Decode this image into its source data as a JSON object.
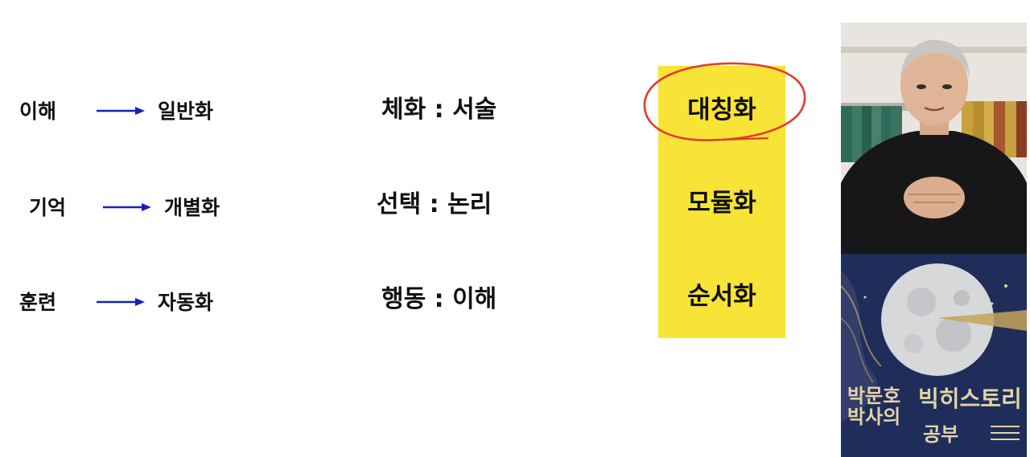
{
  "left_rows": [
    {
      "from": "이해",
      "to": "일반화"
    },
    {
      "from": "기억",
      "to": "개별화"
    },
    {
      "from": "훈련",
      "to": "자동화"
    }
  ],
  "middle_rows": [
    {
      "text": "체화 : 서술"
    },
    {
      "text": "선택 : 논리"
    },
    {
      "text": "행동 : 이해"
    }
  ],
  "highlight_box": {
    "items": [
      "대칭화",
      "모듈화",
      "순서화"
    ],
    "circled_index": 0,
    "box_color": "#f8e436",
    "circle_color": "#e23a2e"
  },
  "arrow_color": "#1b1fb8",
  "book_cover": {
    "author_lines": [
      "박문호",
      "박사의"
    ],
    "title_line": "빅히스토리",
    "title_line_2": "공부"
  }
}
